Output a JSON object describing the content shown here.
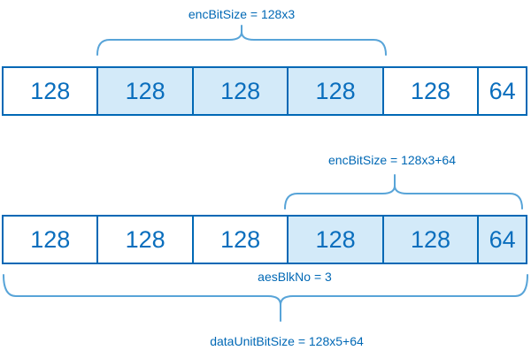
{
  "diagram": {
    "labels": {
      "enc_top": "encBitSize = 128x3",
      "enc_bottom": "encBitSize = 128x3+64",
      "aes_blk_no": "aesBlkNo = 3",
      "data_unit": "dataUnitBitSize = 128x5+64"
    },
    "rows": [
      {
        "id": "data-unit-row-1",
        "blocks": [
          {
            "value": "128",
            "bits": 128,
            "highlighted": false
          },
          {
            "value": "128",
            "bits": 128,
            "highlighted": true
          },
          {
            "value": "128",
            "bits": 128,
            "highlighted": true
          },
          {
            "value": "128",
            "bits": 128,
            "highlighted": true
          },
          {
            "value": "128",
            "bits": 128,
            "highlighted": false
          },
          {
            "value": "64",
            "bits": 64,
            "highlighted": false
          }
        ]
      },
      {
        "id": "data-unit-row-2",
        "blocks": [
          {
            "value": "128",
            "bits": 128,
            "highlighted": false
          },
          {
            "value": "128",
            "bits": 128,
            "highlighted": false
          },
          {
            "value": "128",
            "bits": 128,
            "highlighted": false
          },
          {
            "value": "128",
            "bits": 128,
            "highlighted": true
          },
          {
            "value": "128",
            "bits": 128,
            "highlighted": true
          },
          {
            "value": "64",
            "bits": 64,
            "highlighted": true
          }
        ]
      }
    ],
    "colors": {
      "border": "#0068b5",
      "block_text": "#0a6ebd",
      "label_text": "#0068b5",
      "highlight_fill": "#d3eaf9",
      "brace": "#58a4d8",
      "background": "#ffffff"
    }
  }
}
